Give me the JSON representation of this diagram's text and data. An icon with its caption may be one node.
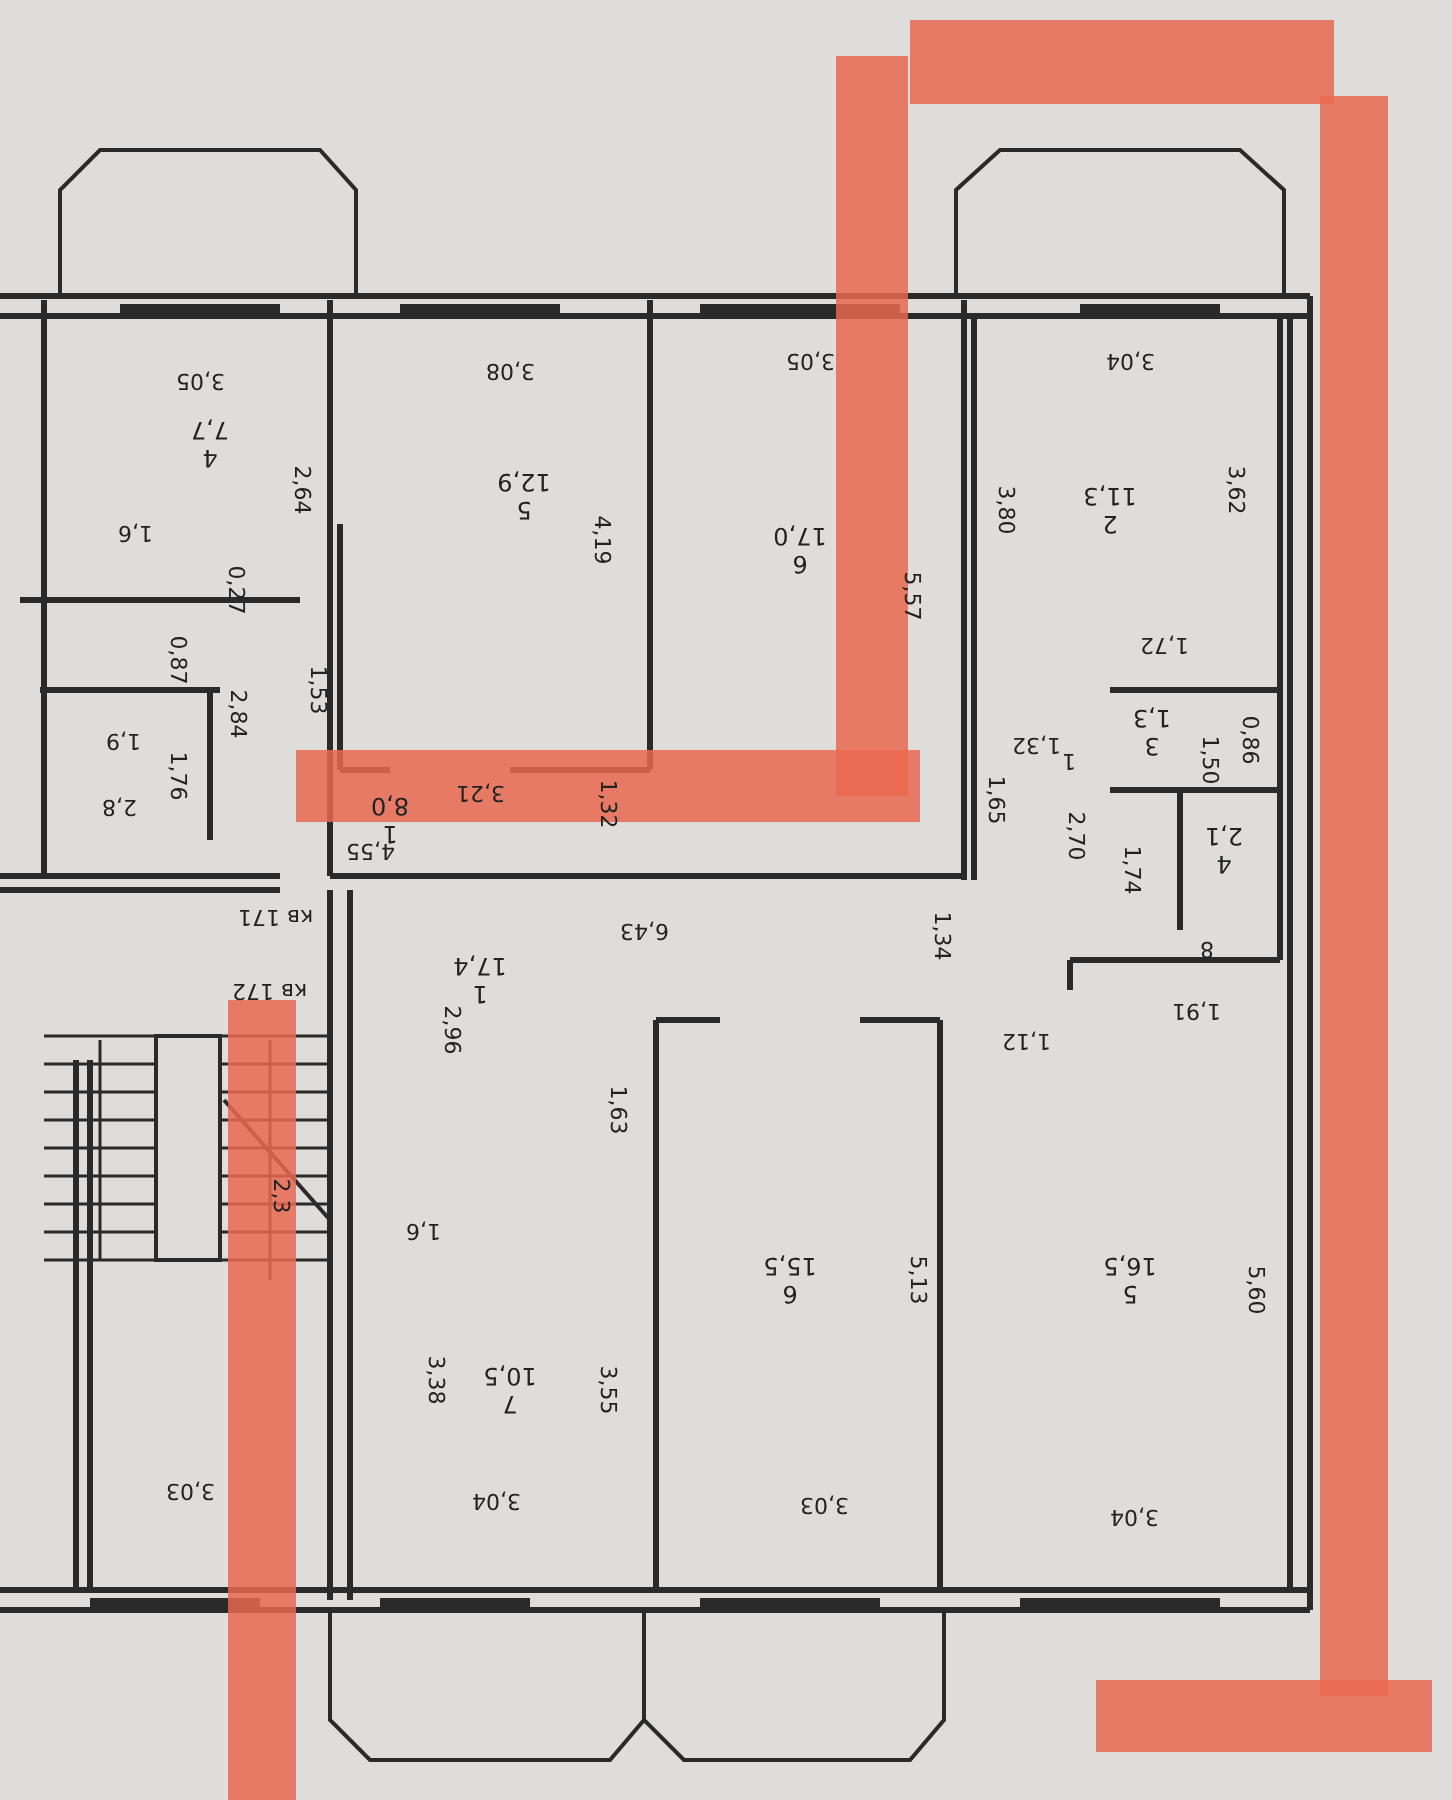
{
  "diagram": {
    "nodes": [
      {
        "text": [
          "4",
          "7,7"
        ]
      },
      {
        "text": [
          "5",
          "12,9"
        ]
      },
      {
        "text": [
          "6",
          "17,0"
        ]
      },
      {
        "text": [
          "2",
          "11,3"
        ]
      },
      {
        "text": [
          "1",
          "8,0"
        ]
      },
      {
        "text": [
          "3",
          "1,3"
        ]
      },
      {
        "text": [
          "4",
          "2,1"
        ]
      },
      {
        "text": [
          "1",
          "17,4"
        ]
      },
      {
        "text": [
          "7",
          "10,5"
        ]
      },
      {
        "text": [
          "6",
          "15,5"
        ]
      },
      {
        "text": [
          "5",
          "16,5"
        ]
      }
    ],
    "labels": [
      "3,05",
      "2,64",
      "1,6",
      "0,27",
      "0,87",
      "1,9",
      "2,8",
      "1,76",
      "2,84",
      "1,53",
      "4,55",
      "3,08",
      "4,19",
      "3,21",
      "1,32",
      "3,05",
      "5,57",
      "3,04",
      "3,80",
      "3,62",
      "1,72",
      "1,32",
      "1",
      "1,65",
      "0,86",
      "1,50",
      "2,70",
      "1,74",
      "8",
      "1,91",
      "1,12",
      "кв 171",
      "кв 172",
      "2,3",
      "1,34",
      "6,43",
      "2,96",
      "1,63",
      "1,6",
      "3,38",
      "3,55",
      "3,04",
      "3,03",
      "3,03",
      "5,13",
      "5,60",
      "3,04"
    ]
  }
}
